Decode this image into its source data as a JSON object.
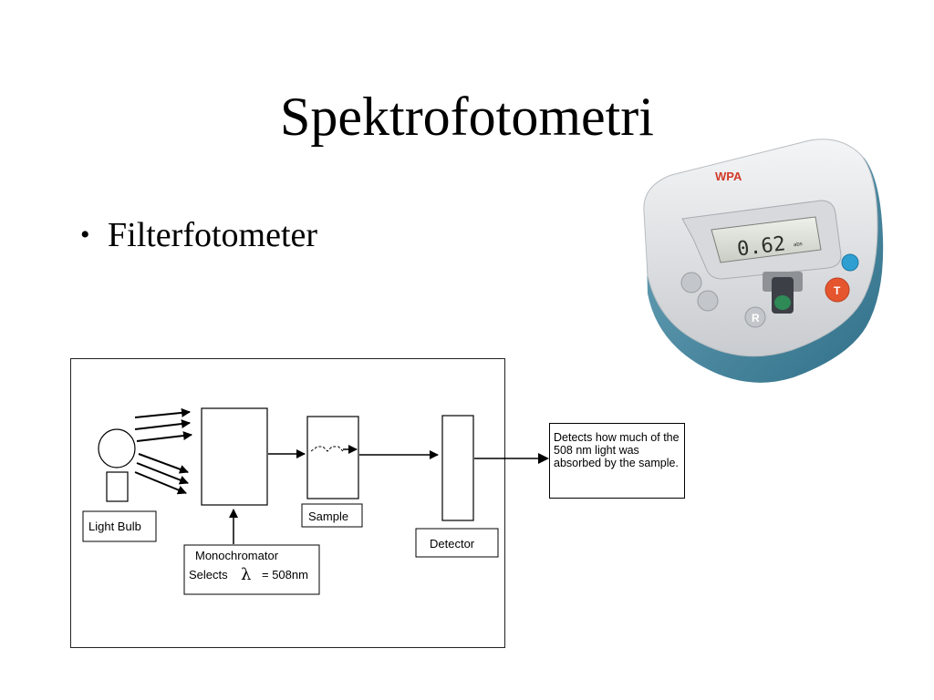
{
  "slide": {
    "title": "Spektrofotometri",
    "bullets": [
      "Filterfotometer"
    ]
  },
  "device": {
    "brand": "WPA",
    "display_reading": "0.62",
    "display_unit": "abs",
    "button_r": "R",
    "button_t": "T",
    "colors": {
      "body": "#e4e6e8",
      "base": "#4f8fa6",
      "button_red": "#e5552e",
      "button_blue": "#2f9fd2"
    }
  },
  "diagram": {
    "light_bulb": "Light Bulb",
    "monochromator": "Monochromator",
    "selects_prefix": "Selects",
    "lambda": "λ",
    "selects_value": "= 508nm",
    "sample": "Sample",
    "detector": "Detector",
    "note": "Detects how much of the 508 nm light was absorbed by the sample."
  }
}
